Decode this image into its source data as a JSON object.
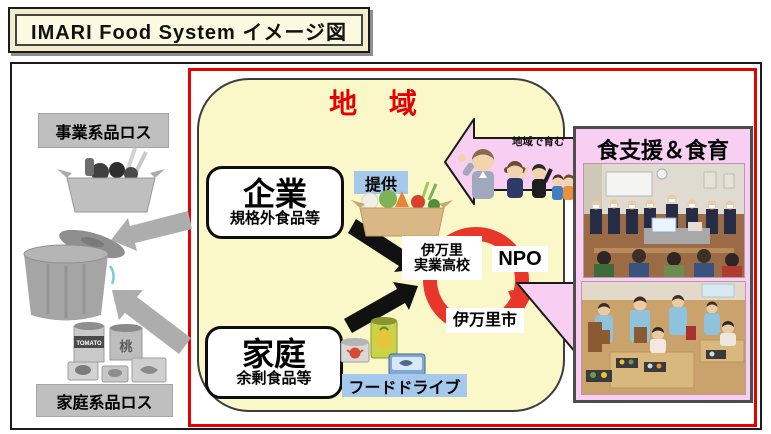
{
  "title_bar": {
    "text": "IMARI Food System イメージ図"
  },
  "left_flow": {
    "business_loss": "事業系品ロス",
    "household_loss": "家庭系品ロス",
    "gray_cans": {
      "tomato": "TOMATO",
      "peach": "桃"
    }
  },
  "region": {
    "title": "地 域",
    "company_main": "企業",
    "company_sub": "規格外食品等",
    "household_main": "家庭",
    "household_sub": "余剰食品等",
    "provide": "提供",
    "food_drive": "フードドライブ",
    "cycle": {
      "school_l1": "伊万里",
      "school_l2": "実業高校",
      "npo": "NPO",
      "city": "伊万里市"
    }
  },
  "community_arrow": {
    "caption": "地域で育む"
  },
  "support": {
    "title": "食支援＆食育"
  },
  "colors": {
    "accent-red": "#e60000",
    "region-yellow": "#faf7c8",
    "label-blue": "#a5c9ed",
    "label-gray": "#bfbfbf",
    "pink": "#f8cef2",
    "ring-red": "#e8362b",
    "arrow-gray": "#adadad"
  }
}
